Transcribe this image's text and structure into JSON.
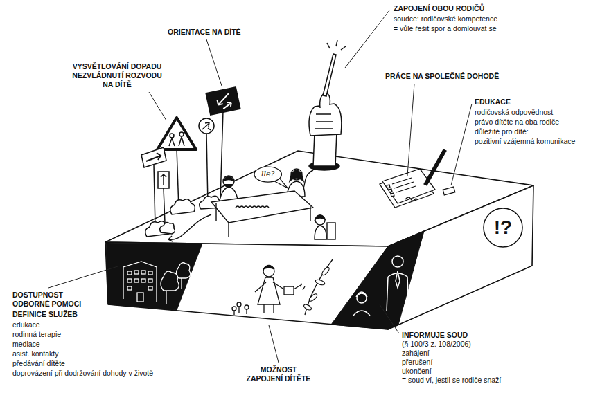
{
  "diagram": {
    "nodes": [
      {
        "text": [
          "lle?"
        ]
      },
      {
        "text": [
          "!?"
        ]
      }
    ],
    "labels": [
      "ZAPOJENÍ OBOU RODIČŮ",
      "soudce: rodičovské kompetence",
      "= vůle řešit spor a domlouvat se",
      "ORIENTACE NA DÍTĚ",
      "VYSVĚTLOVÁNÍ DOPADU NEZVLÁDNUTÍ ROZVODU NA DÍTĚ",
      "PRÁCE NA SPOLEČNÉ DOHODĚ",
      "EDUKACE",
      "rodičovská odpovědnost",
      "právo dítěte na oba rodiče",
      "důležité pro dítě:",
      "pozitivní vzájemná komunikace",
      "DOSTUPNOST ODBORNÉ POMOCI",
      "DEFINICE SLUŽEB",
      "edukace",
      "rodinná terapie",
      "mediace",
      "asist. kontakty",
      "předávání dítěte",
      "doprovázení při dodržování dohody v životě",
      "INFORMUJE SOUD",
      "(§ 100/3 z. 108/2006)",
      "zahájení",
      "přerušení",
      "ukončení",
      "= soud ví, jestli se rodiče snaží",
      "MOŽNOST ZAPOJENÍ DÍTĚTE"
    ]
  }
}
